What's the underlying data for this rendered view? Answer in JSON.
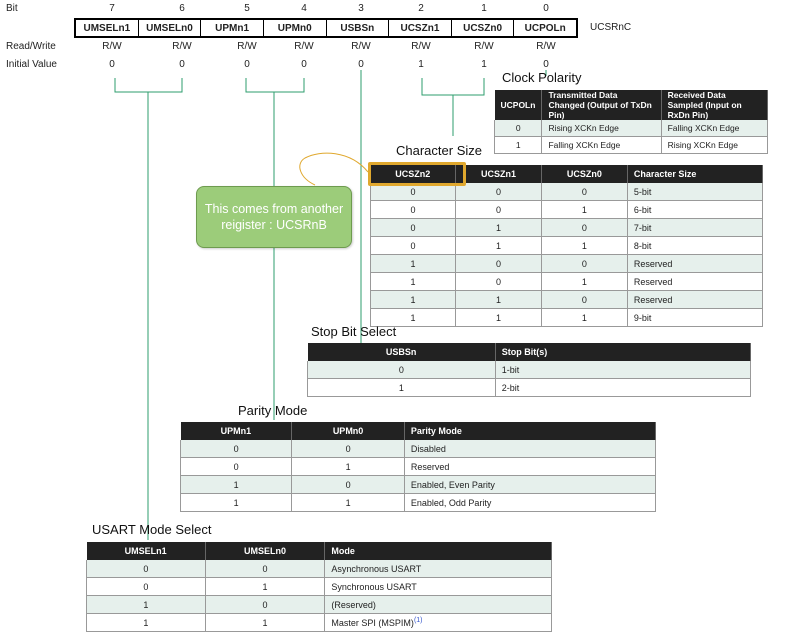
{
  "register": {
    "bit_label": "Bit",
    "rw_label": "Read/Write",
    "init_label": "Initial Value",
    "name": "UCSRnC",
    "bits": [
      {
        "num": "7",
        "name": "UMSELn1",
        "rw": "R/W",
        "init": "0"
      },
      {
        "num": "6",
        "name": "UMSELn0",
        "rw": "R/W",
        "init": "0"
      },
      {
        "num": "5",
        "name": "UPMn1",
        "rw": "R/W",
        "init": "0"
      },
      {
        "num": "4",
        "name": "UPMn0",
        "rw": "R/W",
        "init": "0"
      },
      {
        "num": "3",
        "name": "USBSn",
        "rw": "R/W",
        "init": "0"
      },
      {
        "num": "2",
        "name": "UCSZn1",
        "rw": "R/W",
        "init": "1"
      },
      {
        "num": "1",
        "name": "UCSZn0",
        "rw": "R/W",
        "init": "1"
      },
      {
        "num": "0",
        "name": "UCPOLn",
        "rw": "R/W",
        "init": "0"
      }
    ]
  },
  "clock_polarity": {
    "title": "Clock Polarity",
    "headers": [
      "UCPOLn",
      "Transmitted Data Changed (Output of TxDn Pin)",
      "Received Data Sampled (Input on RxDn Pin)"
    ],
    "rows": [
      [
        "0",
        "Rising XCKn Edge",
        "Falling XCKn Edge"
      ],
      [
        "1",
        "Falling XCKn Edge",
        "Rising XCKn Edge"
      ]
    ]
  },
  "character_size": {
    "title": "Character Size",
    "headers": [
      "UCSZn2",
      "UCSZn1",
      "UCSZn0",
      "Character Size"
    ],
    "rows": [
      [
        "0",
        "0",
        "0",
        "5-bit"
      ],
      [
        "0",
        "0",
        "1",
        "6-bit"
      ],
      [
        "0",
        "1",
        "0",
        "7-bit"
      ],
      [
        "0",
        "1",
        "1",
        "8-bit"
      ],
      [
        "1",
        "0",
        "0",
        "Reserved"
      ],
      [
        "1",
        "0",
        "1",
        "Reserved"
      ],
      [
        "1",
        "1",
        "0",
        "Reserved"
      ],
      [
        "1",
        "1",
        "1",
        "9-bit"
      ]
    ]
  },
  "note": {
    "text": "This comes from another reigister : UCSRnB",
    "color": "#9ccc7a"
  },
  "stop_bit": {
    "title": "Stop Bit Select",
    "headers": [
      "USBSn",
      "Stop Bit(s)"
    ],
    "rows": [
      [
        "0",
        "1-bit"
      ],
      [
        "1",
        "2-bit"
      ]
    ]
  },
  "parity": {
    "title": "Parity Mode",
    "headers": [
      "UPMn1",
      "UPMn0",
      "Parity Mode"
    ],
    "rows": [
      [
        "0",
        "0",
        "Disabled"
      ],
      [
        "0",
        "1",
        "Reserved"
      ],
      [
        "1",
        "0",
        "Enabled, Even Parity"
      ],
      [
        "1",
        "1",
        "Enabled, Odd Parity"
      ]
    ]
  },
  "usart_mode": {
    "title": "USART Mode Select",
    "headers": [
      "UMSELn1",
      "UMSELn0",
      "Mode"
    ],
    "rows": [
      [
        "0",
        "0",
        "Asynchronous USART"
      ],
      [
        "0",
        "1",
        "Synchronous USART"
      ],
      [
        "1",
        "0",
        "(Reserved)"
      ],
      [
        "1",
        "1",
        "Master SPI (MSPIM)"
      ]
    ],
    "footnote": "(1)"
  },
  "colors": {
    "connector": "#2e9e6e",
    "highlight": "#e0a82e",
    "header_bg": "#222222",
    "row_alt": "#e6f0ec"
  }
}
